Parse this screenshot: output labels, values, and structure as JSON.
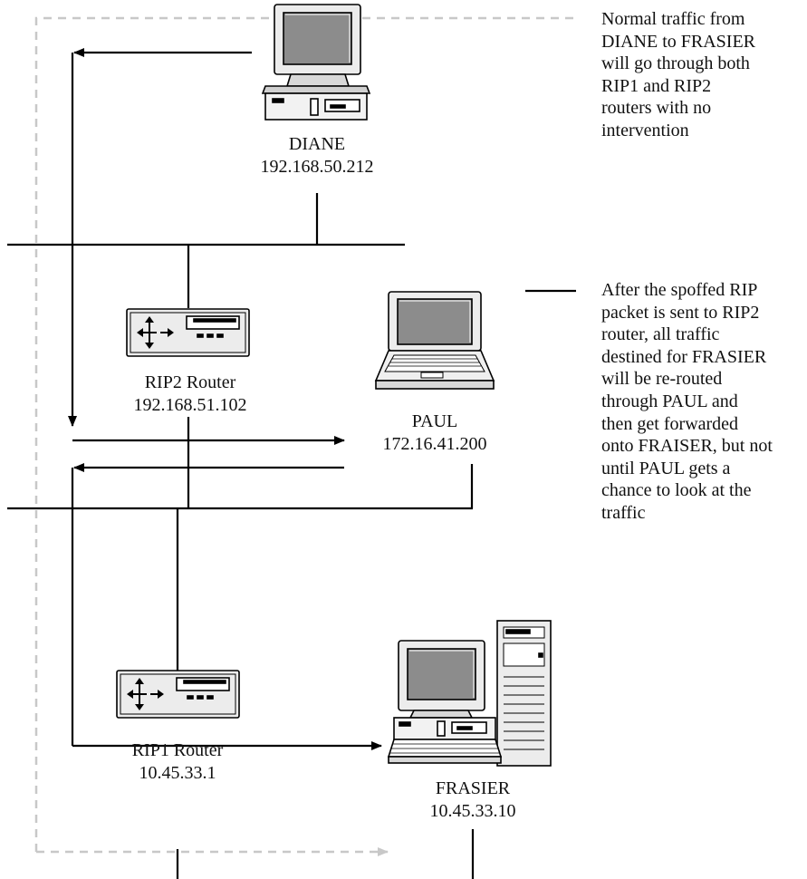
{
  "nodes": {
    "diane": {
      "name": "DIANE",
      "ip": "192.168.50.212"
    },
    "rip2": {
      "name": "RIP2 Router",
      "ip": "192.168.51.102"
    },
    "paul": {
      "name": "PAUL",
      "ip": "172.16.41.200"
    },
    "rip1": {
      "name": "RIP1 Router",
      "ip": "10.45.33.1"
    },
    "frasier": {
      "name": "FRASIER",
      "ip": "10.45.33.10"
    }
  },
  "notes": {
    "normal": [
      "Normal traffic from",
      "DIANE to FRASIER",
      "will go through both",
      "RIP1 and RIP2",
      "routers with no",
      "intervention"
    ],
    "spoofed": [
      "After the spoffed RIP",
      "packet is sent to RIP2",
      "router, all traffic",
      "destined for FRASIER",
      "will be re-routed",
      "through PAUL and",
      "then get forwarded",
      "onto FRAISER, but not",
      "until PAUL gets a",
      "chance to look at the",
      "traffic"
    ]
  },
  "colors": {
    "line": "#000000",
    "dashed_path": "#c8c8c8",
    "device_body": "#ececec",
    "screen": "#8c8c8c"
  },
  "icons": [
    "desktop-computer-icon",
    "router-icon",
    "laptop-icon",
    "tower-computer-icon"
  ]
}
